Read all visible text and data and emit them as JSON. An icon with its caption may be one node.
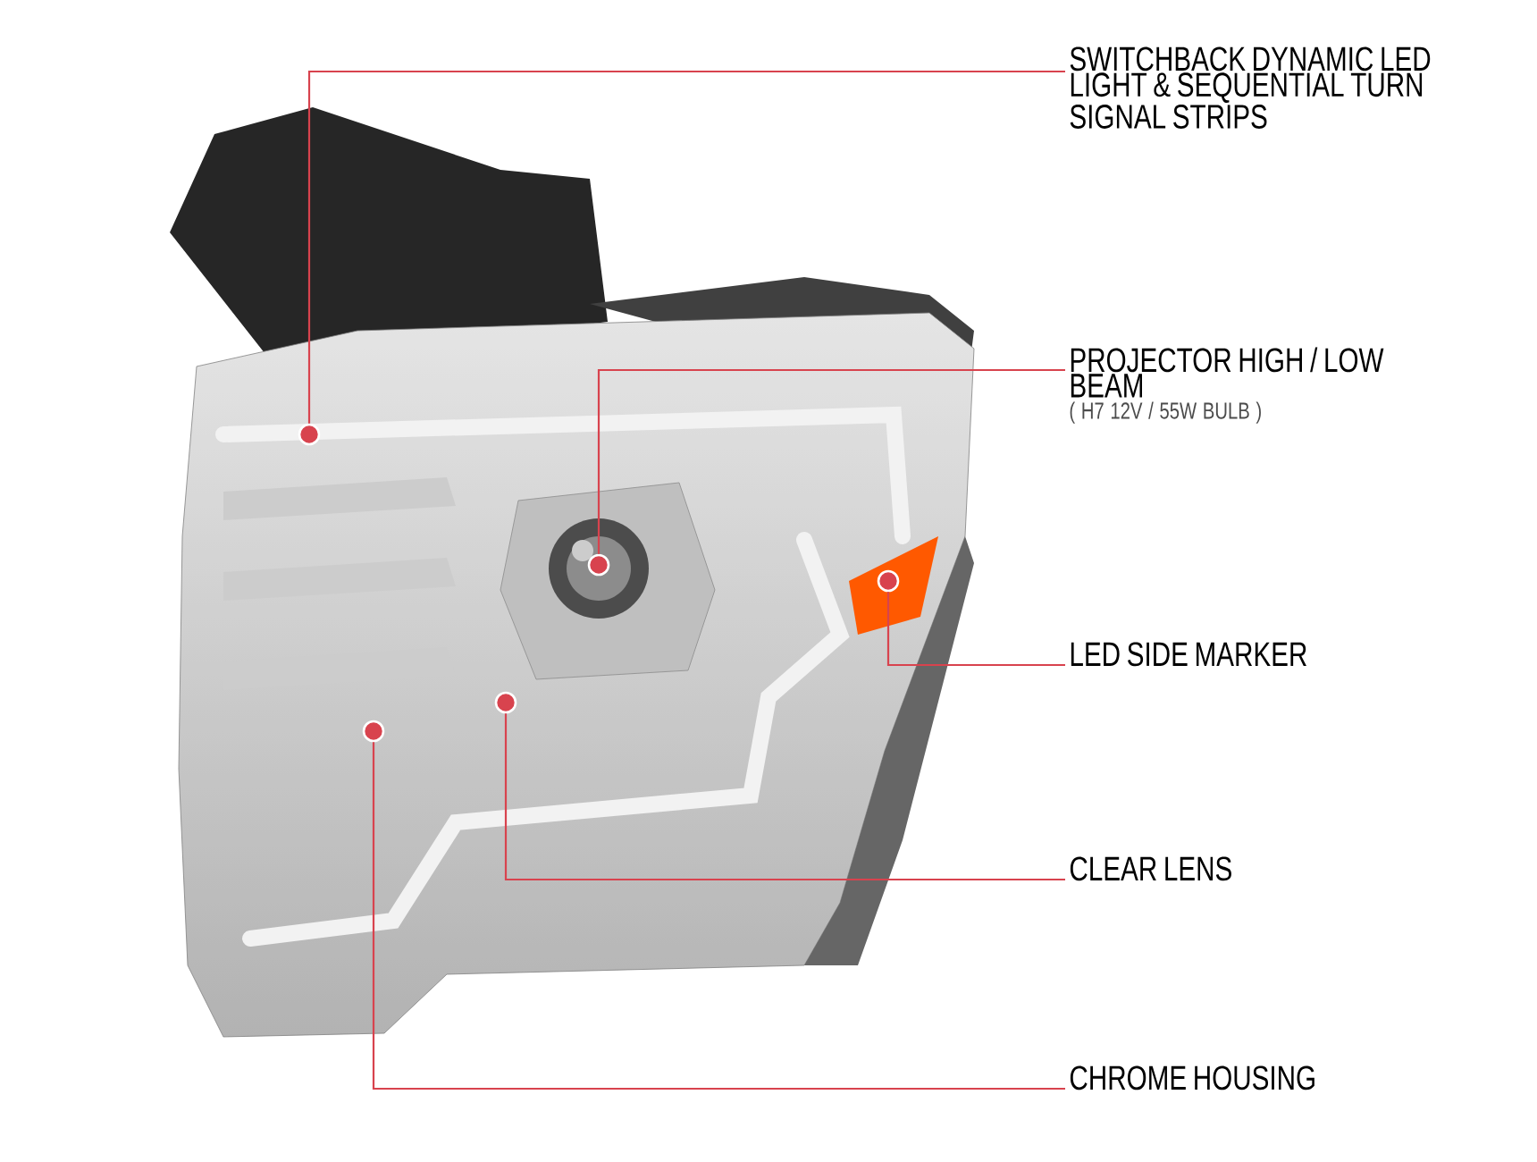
{
  "diagram": {
    "nodes": [
      {
        "text": [
          "SWITCHBACK DYNAMIC LED LIGHT & SEQUENTIAL TURN SIGNAL STRIPS"
        ]
      },
      {
        "text": [
          "PROJECTOR HIGH / LOW BEAM",
          "( H7 12V / 55W BULB )"
        ]
      },
      {
        "text": [
          "LED SIDE MARKER"
        ]
      },
      {
        "text": [
          "CLEAR LENS"
        ]
      },
      {
        "text": [
          "CHROME HOUSING"
        ]
      },
      {
        "text": [],
        "shape": "circle"
      },
      {
        "text": [],
        "shape": "circle"
      },
      {
        "text": [],
        "shape": "circle"
      },
      {
        "text": [],
        "shape": "circle"
      },
      {
        "text": [],
        "shape": "circle"
      }
    ],
    "edges": [
      {
        "from": 0,
        "to": 5,
        "arrow": "none"
      },
      {
        "from": 1,
        "to": 6,
        "arrow": "none"
      },
      {
        "from": 2,
        "to": 7,
        "arrow": "none"
      },
      {
        "from": 3,
        "to": 8,
        "arrow": "none"
      },
      {
        "from": 4,
        "to": 9,
        "arrow": "none"
      }
    ]
  }
}
